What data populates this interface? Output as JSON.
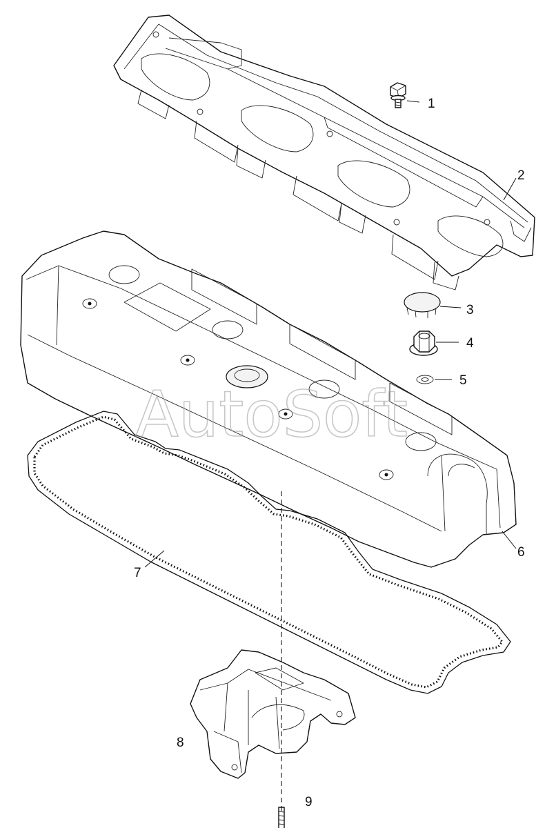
{
  "watermark": "AutoSoft",
  "callouts": {
    "c1": "1",
    "c2": "2",
    "c3": "3",
    "c4": "4",
    "c5": "5",
    "c6": "6",
    "c7": "7",
    "c8": "8",
    "c9": "9"
  },
  "parts": [
    {
      "callout": "1",
      "icon": "flange-bolt-icon"
    },
    {
      "callout": "2",
      "icon": "cover-shield-icon"
    },
    {
      "callout": "3",
      "icon": "plug-cap-icon"
    },
    {
      "callout": "4",
      "icon": "flange-nut-icon"
    },
    {
      "callout": "5",
      "icon": "washer-icon"
    },
    {
      "callout": "6",
      "icon": "valve-cover-icon"
    },
    {
      "callout": "7",
      "icon": "gasket-icon"
    },
    {
      "callout": "8",
      "icon": "bracket-icon"
    },
    {
      "callout": "9",
      "icon": "bolt-icon"
    }
  ]
}
